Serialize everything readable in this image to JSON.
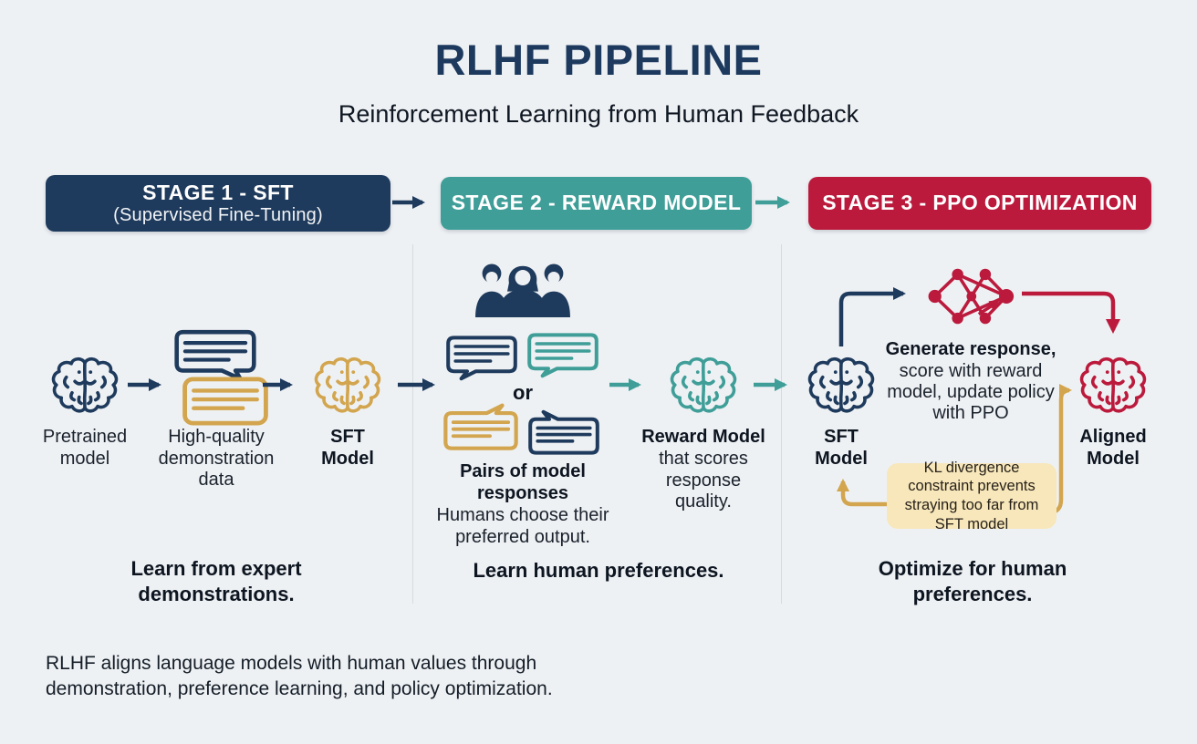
{
  "title": "RLHF PIPELINE",
  "subtitle": "Reinforcement Learning from Human Feedback",
  "colors": {
    "navy": "#1e3a5c",
    "teal": "#3f9e98",
    "red": "#bb1a3c",
    "gold": "#d2a54e",
    "gold_light": "#f7e7ba",
    "background": "#eef1f4",
    "divider": "#d5dade",
    "text_dark": "#0d1520"
  },
  "icons": {
    "brain": "brain-icon",
    "speech_bubble": "speech-bubble-icon",
    "annotators": "human-annotators-icon",
    "network": "policy-network-icon"
  },
  "stages": [
    {
      "title": "STAGE 1 - SFT",
      "subtitle": "(Supervised Fine-Tuning)",
      "summary": "Learn from expert demonstrations."
    },
    {
      "title": "STAGE 2 - REWARD MODEL",
      "summary": "Learn human preferences."
    },
    {
      "title": "STAGE 3 - PPO OPTIMIZATION",
      "summary": "Optimize for human preferences."
    }
  ],
  "stage1": {
    "pretrained_label": "Pretrained model",
    "data_label": "High-quality demonstration data",
    "sft_label": "SFT Model"
  },
  "stage2": {
    "or_label": "or",
    "pairs_title": "Pairs of model responses",
    "pairs_caption": "Humans choose their preferred output.",
    "reward_title": "Reward Model",
    "reward_caption": "that scores response quality."
  },
  "stage3": {
    "sft_label": "SFT Model",
    "process_lead": "Generate response,",
    "process_rest": "score with reward model, update policy with PPO",
    "aligned_label": "Aligned Model",
    "kl_note": "KL divergence constraint prevents straying too far from SFT model"
  },
  "footer": "RLHF aligns language models with human values through demonstration, preference learning, and policy optimization."
}
